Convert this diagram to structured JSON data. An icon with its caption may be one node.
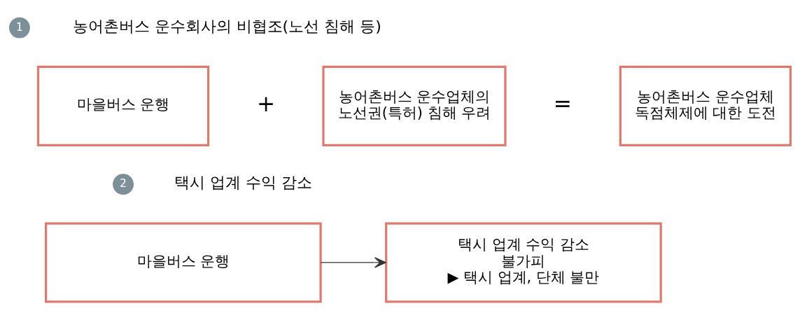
{
  "diagram": {
    "nodes": [
      {
        "text": [
          "마을버스 운행"
        ]
      },
      {
        "text": [
          "농어촌버스 운수업체의 노선권(특허) 침해 우려"
        ]
      },
      {
        "text": [
          "농어촌버스 운수업체 독점체제에 대한 도전"
        ]
      },
      {
        "text": [
          "마을버스 운행"
        ]
      },
      {
        "text": [
          "택시 업계 수익 감소 불가피",
          "▶ 택시 업계, 단체 불만"
        ]
      }
    ],
    "edges": [
      {
        "from": 3,
        "to": 4,
        "arrow": "to"
      }
    ],
    "labels": [
      "1",
      "농어촌버스 운수회사의 비협조(노선 침해 등)",
      "+",
      "=",
      "2",
      "택시 업계 수익 감소"
    ]
  }
}
